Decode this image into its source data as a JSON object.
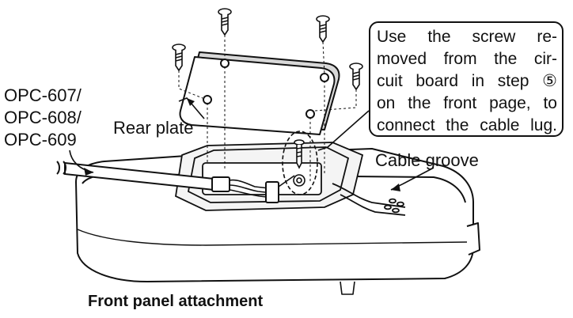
{
  "labels": {
    "cable_models": [
      "OPC-607/",
      "OPC-608/",
      "OPC-609"
    ],
    "rear_plate": "Rear plate",
    "cable_groove": "Cable groove"
  },
  "callout": {
    "lines": [
      "Use the screw re-",
      "moved from the cir-",
      "cuit board in step ⑤",
      "on the front page, to",
      "connect the cable lug."
    ]
  },
  "caption": "Front panel attachment",
  "colors": {
    "ink": "#111111",
    "paper": "#ffffff",
    "shade": "#d8d8d8"
  }
}
